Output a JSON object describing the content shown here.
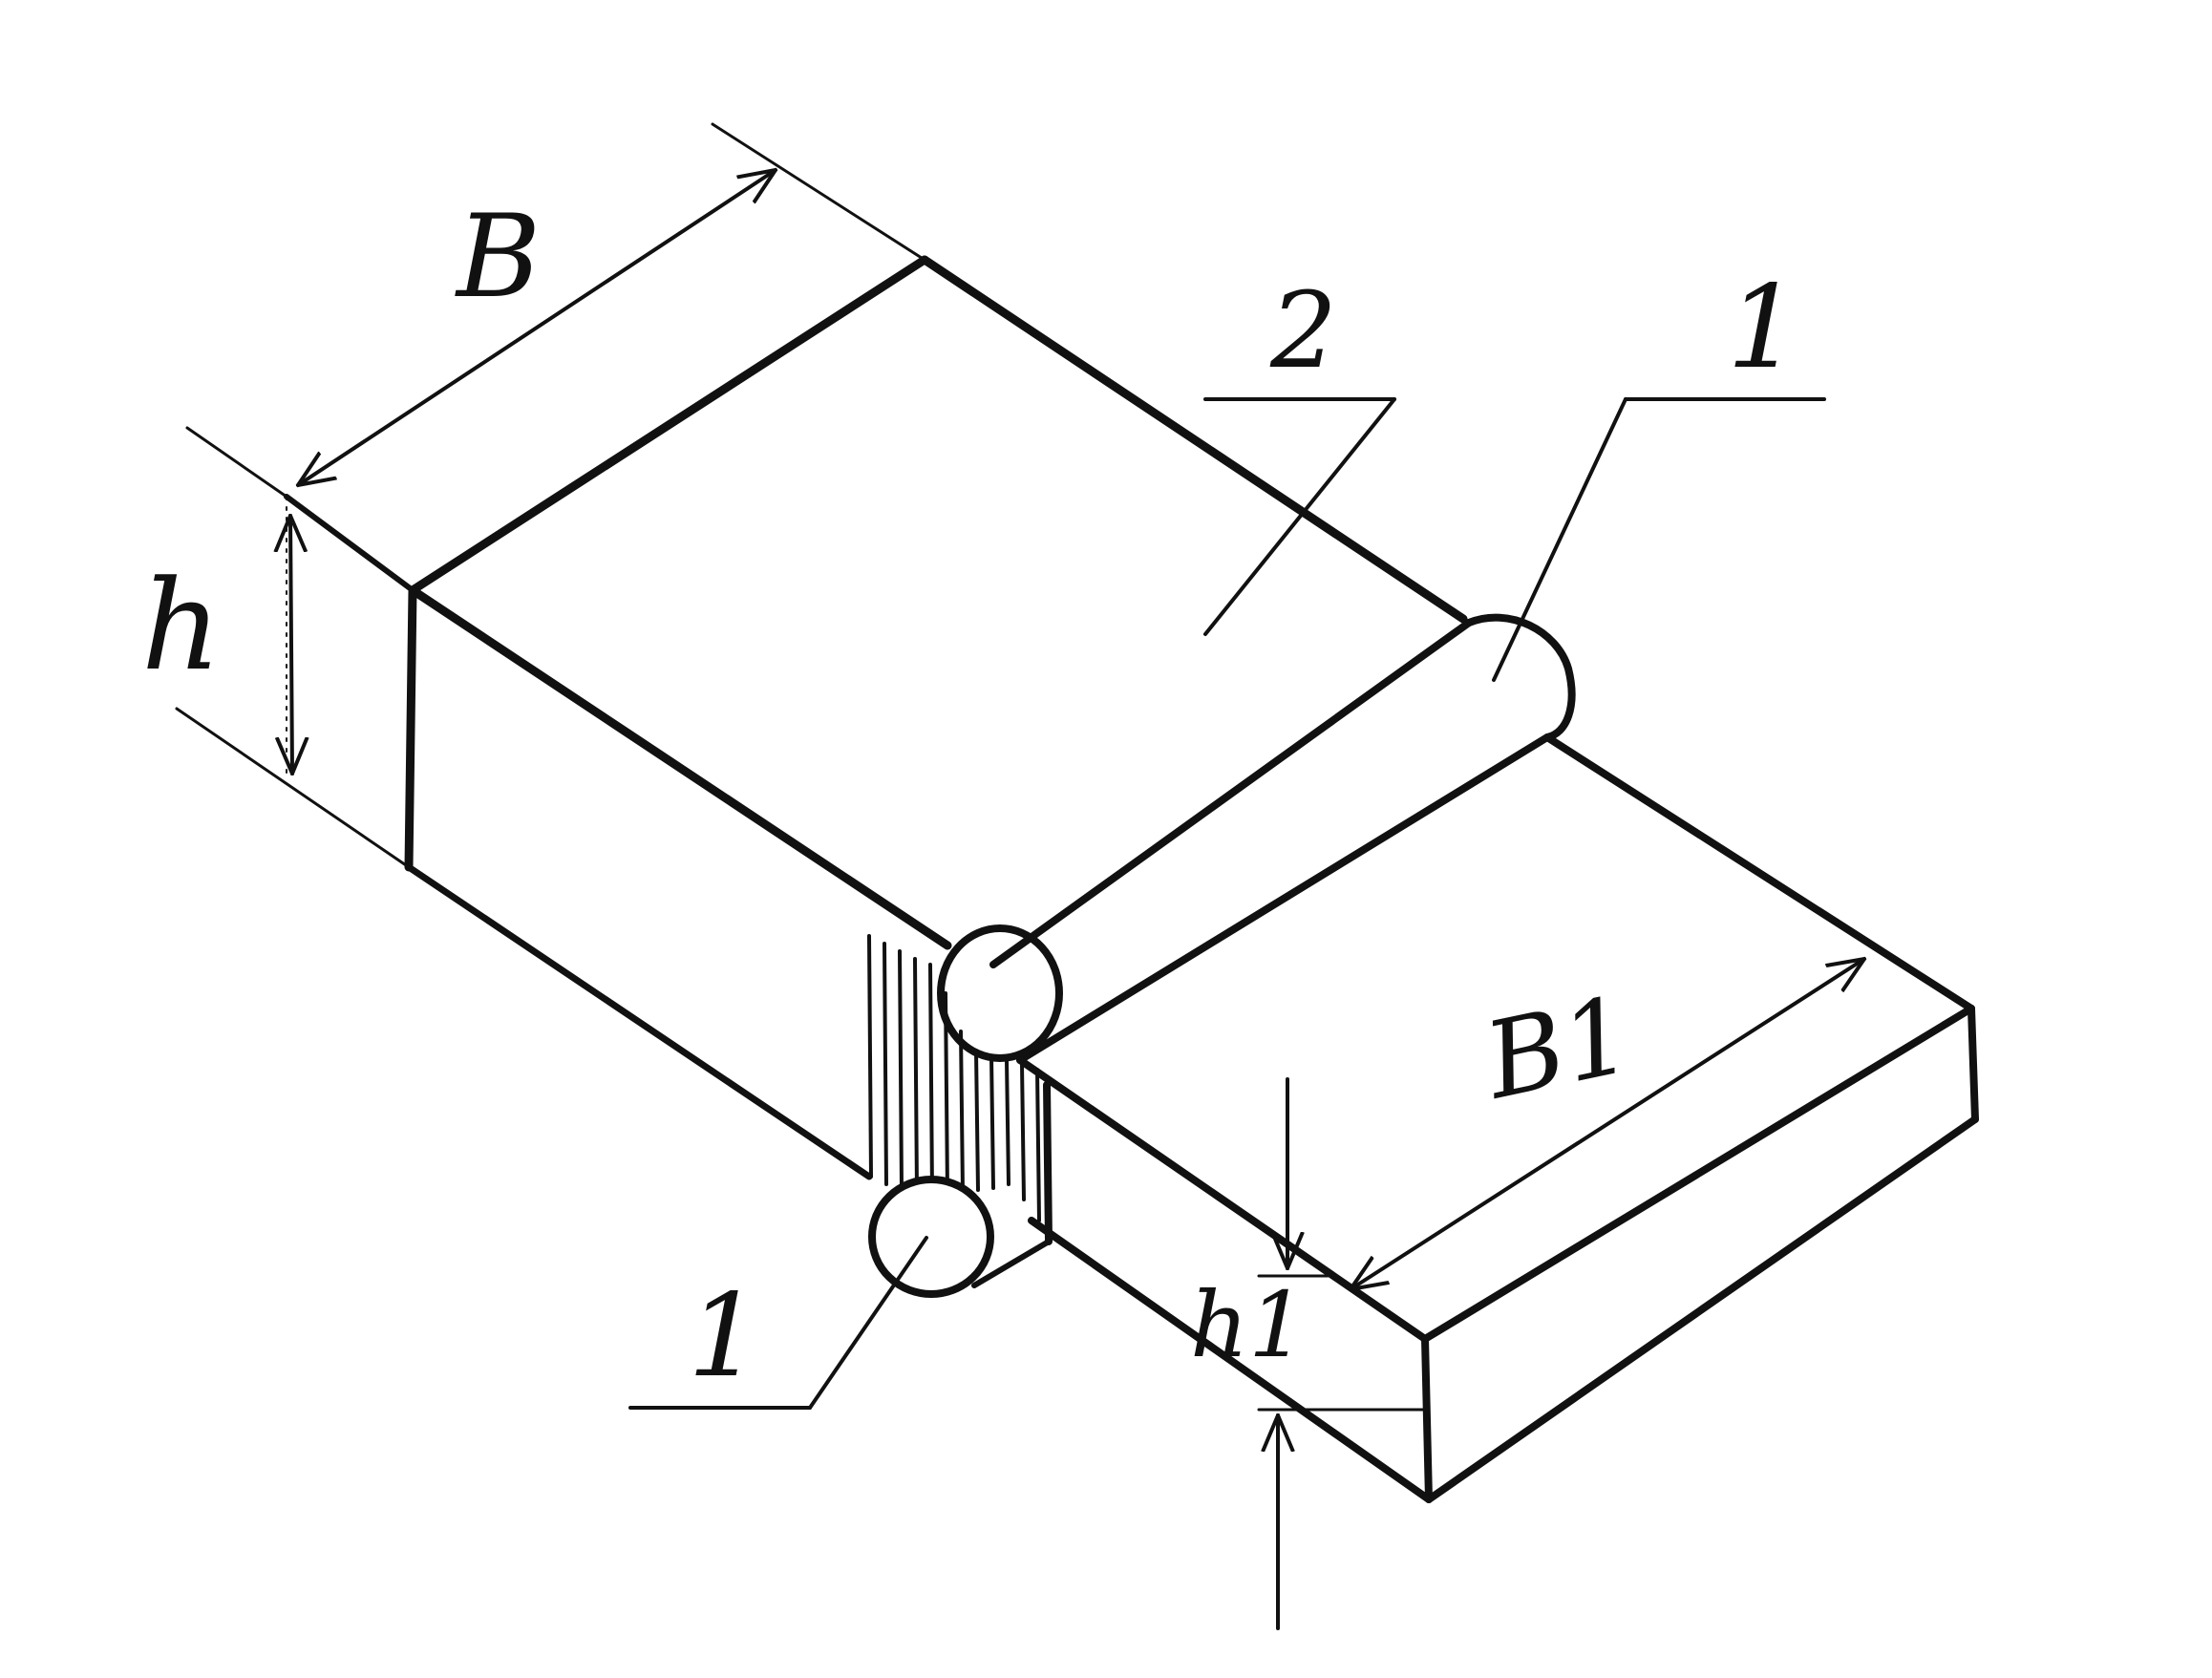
{
  "diagram": {
    "ink_color": "#111111",
    "labels": {
      "width_main": "B",
      "height_main": "h",
      "part_2": "2",
      "part_1_top": "1",
      "part_1_bottom": "1",
      "width_plate": "B1",
      "height_plate": "h1"
    }
  }
}
